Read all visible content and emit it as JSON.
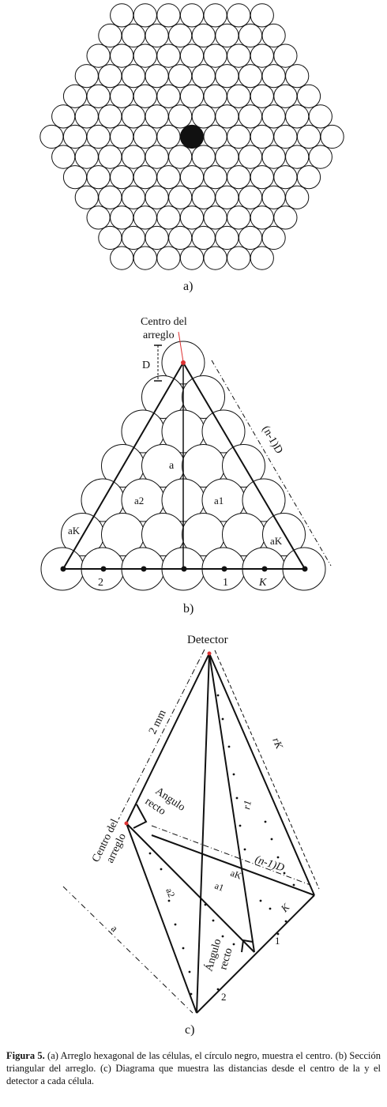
{
  "panel_a": {
    "label": "a)"
  },
  "panel_b": {
    "label": "b)",
    "center_label_line1": "Centro del",
    "center_label_line2": "arreglo",
    "d_label": "D",
    "side_label": "(n-1)D",
    "a_label": "a",
    "a2_label": "a2",
    "a1_label": "a1",
    "ak_left_label": "aK",
    "ak_right_label": "aK",
    "num_2": "2",
    "num_1": "1",
    "num_k": "K"
  },
  "panel_c": {
    "label": "c)",
    "detector_label": "Detector",
    "mm_label": "2 mm",
    "center_label_line1": "Centro del",
    "center_label_line2": "arreglo",
    "angulo_top_line1": "Angulo",
    "angulo_top_line2": "recto",
    "angulo_bottom_line1": "Ángulo",
    "angulo_bottom_line2": "recto",
    "rk_label": "rK",
    "r1_label": "r1",
    "n1d_label": "(n-1)D",
    "ak_label": "aK",
    "a1_label": "a1",
    "a2_label": "a2",
    "a_label": "a",
    "k_label": "K",
    "num_1": "1",
    "num_2": "2"
  },
  "caption": {
    "bold": "Figura 5.",
    "text": " (a) Arreglo hexagonal de las células, el círculo negro, muestra el centro. (b) Sección triangular del arreglo. (c) Diagrama que muestra las distancias desde el centro de la  y el detector a cada célula."
  }
}
